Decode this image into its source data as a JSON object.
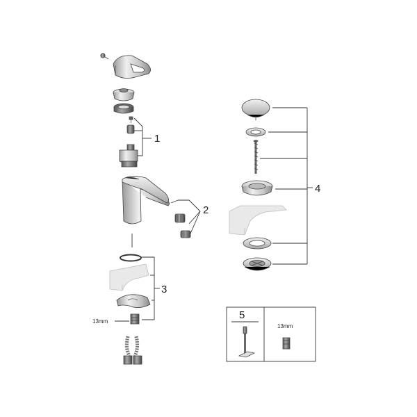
{
  "callouts": {
    "c1": "1",
    "c2": "2",
    "c3": "3",
    "c4": "4",
    "c5": "5"
  },
  "labels": {
    "nut_size_left": "13mm",
    "nut_size_box": "13mm"
  },
  "colors": {
    "chrome_light": "#e6e6e6",
    "chrome_mid": "#bdbdbd",
    "chrome_dark": "#7a7a7a",
    "line": "#333333"
  }
}
